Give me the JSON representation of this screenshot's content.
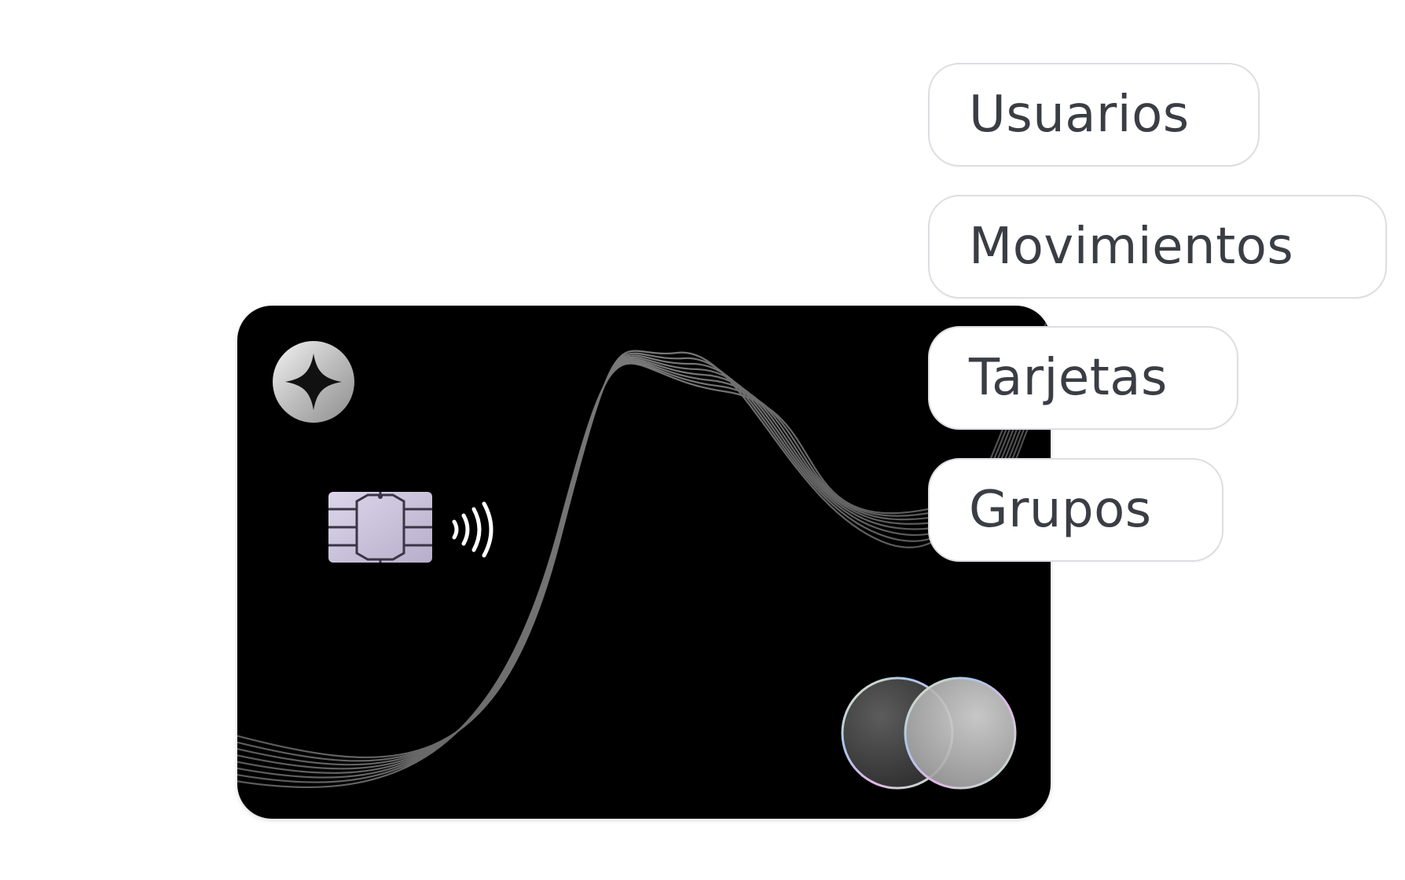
{
  "menu": {
    "items": [
      {
        "label": "Usuarios"
      },
      {
        "label": "Movimientos"
      },
      {
        "label": "Tarjetas"
      },
      {
        "label": "Grupos"
      }
    ]
  },
  "card": {
    "background_color": "#000000",
    "brand_icon": "four-point-star-icon",
    "chip_icon": "emv-chip-icon",
    "contactless_icon": "contactless-icon",
    "network_icon": "mastercard-logo-icon"
  },
  "colors": {
    "pill_text": "#3a3e44",
    "pill_border": "#dcdee2",
    "chip": "#cfc9dd"
  }
}
